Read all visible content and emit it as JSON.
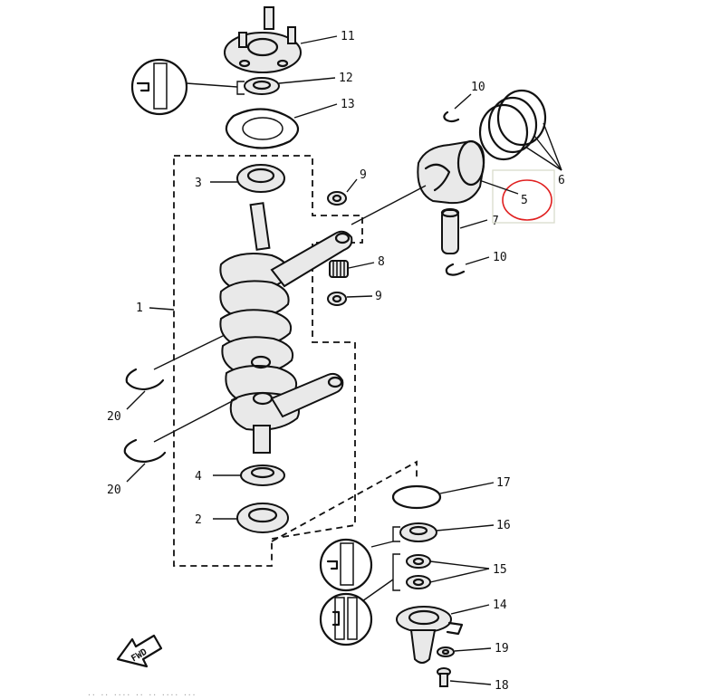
{
  "diagram": {
    "labels": {
      "p1": "1",
      "p2": "2",
      "p3": "3",
      "p4": "4",
      "p5": "5",
      "p6": "6",
      "p7": "7",
      "p8": "8",
      "p9a": "9",
      "p9b": "9",
      "p10a": "10",
      "p10b": "10",
      "p11": "11",
      "p12": "12",
      "p13": "13",
      "p14": "14",
      "p15": "15",
      "p16": "16",
      "p17": "17",
      "p18": "18",
      "p19": "19",
      "p20a": "20",
      "p20b": "20"
    },
    "fwd_label": "FWD",
    "caption": "·· ·· ···· ·· ·· ···· ···",
    "highlight_color": "#e02020",
    "highlight_box_color": "#d9dccb"
  }
}
